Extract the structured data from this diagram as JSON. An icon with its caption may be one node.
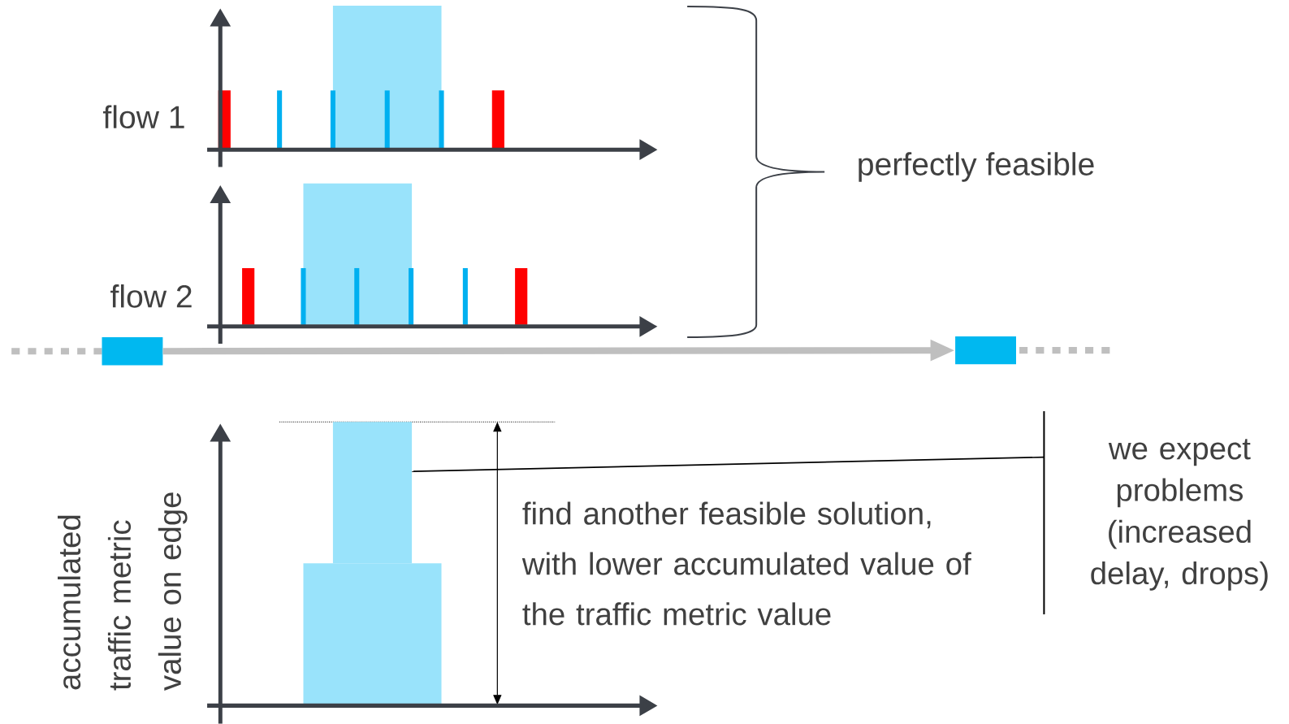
{
  "diagram": {
    "nodes": [
      {
        "text": [],
        "shape": "box"
      },
      {
        "text": [],
        "shape": "box"
      },
      {
        "text": [],
        "shape": "bar"
      },
      {
        "text": [],
        "shape": "bar"
      },
      {
        "text": [
          "we expect problems (increased delay, drops)"
        ]
      }
    ],
    "edges": [
      {
        "from": 0,
        "to": 1,
        "arrow": "to",
        "style": "thick",
        "color": "#bfbfbf"
      },
      {
        "from": 4,
        "to": 2,
        "arrow": "none",
        "color": "#000000"
      }
    ],
    "labels": [
      "flow 1",
      "perfectly feasible",
      "flow 2",
      "accumulated traffic metric value on edge",
      "find another feasible solution, with lower accumulated value of the traffic metric value"
    ]
  }
}
